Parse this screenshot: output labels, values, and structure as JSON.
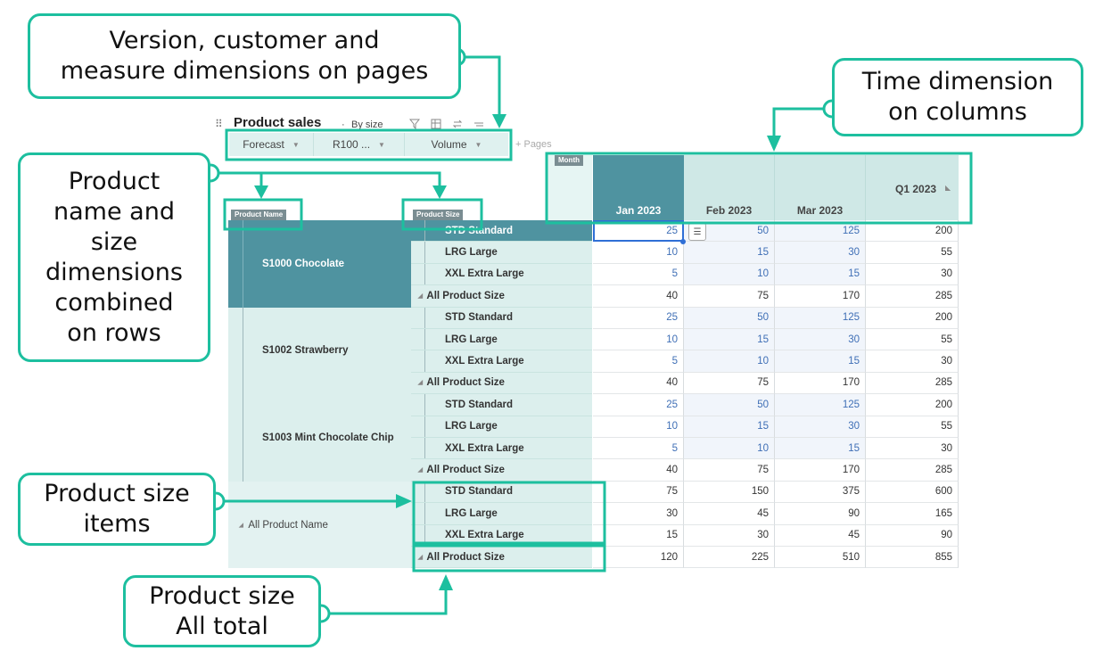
{
  "callouts": {
    "pages": "Version, customer and\nmeasure dimensions on pages",
    "rows": "Product\nname and\nsize\ndimensions\ncombined\non rows",
    "columns": "Time dimension\non columns",
    "size_items": "Product size\nitems",
    "size_total": "Product size\nAll total"
  },
  "widget": {
    "title": "Product sales",
    "separator": "·",
    "subtitle": "By size",
    "pages": [
      {
        "label": "Forecast"
      },
      {
        "label": "R100 ..."
      },
      {
        "label": "Volume"
      }
    ],
    "add_pages": "+ Pages",
    "row_tags": {
      "product_name": "Product Name",
      "product_size": "Product Size"
    },
    "column_tag": "Month",
    "columns": [
      "Jan 2023",
      "Feb 2023",
      "Mar 2023",
      "Q1 2023"
    ]
  },
  "products": [
    {
      "name": "S1000 Chocolate",
      "rows": [
        {
          "size": "STD Standard",
          "values": [
            "25",
            "50",
            "125",
            "200"
          ]
        },
        {
          "size": "LRG Large",
          "values": [
            "10",
            "15",
            "30",
            "55"
          ]
        },
        {
          "size": "XXL Extra Large",
          "values": [
            "5",
            "10",
            "15",
            "30"
          ]
        },
        {
          "size": "All Product Size",
          "values": [
            "40",
            "75",
            "170",
            "285"
          ]
        }
      ]
    },
    {
      "name": "S1002 Strawberry",
      "rows": [
        {
          "size": "STD Standard",
          "values": [
            "25",
            "50",
            "125",
            "200"
          ]
        },
        {
          "size": "LRG Large",
          "values": [
            "10",
            "15",
            "30",
            "55"
          ]
        },
        {
          "size": "XXL Extra Large",
          "values": [
            "5",
            "10",
            "15",
            "30"
          ]
        },
        {
          "size": "All Product Size",
          "values": [
            "40",
            "75",
            "170",
            "285"
          ]
        }
      ]
    },
    {
      "name": "S1003 Mint Chocolate Chip",
      "rows": [
        {
          "size": "STD Standard",
          "values": [
            "25",
            "50",
            "125",
            "200"
          ]
        },
        {
          "size": "LRG Large",
          "values": [
            "10",
            "15",
            "30",
            "55"
          ]
        },
        {
          "size": "XXL Extra Large",
          "values": [
            "5",
            "10",
            "15",
            "30"
          ]
        },
        {
          "size": "All Product Size",
          "values": [
            "40",
            "75",
            "170",
            "285"
          ]
        }
      ]
    },
    {
      "name": "All Product Name",
      "rows": [
        {
          "size": "STD Standard",
          "values": [
            "75",
            "150",
            "375",
            "600"
          ]
        },
        {
          "size": "LRG Large",
          "values": [
            "30",
            "45",
            "90",
            "165"
          ]
        },
        {
          "size": "XXL Extra Large",
          "values": [
            "15",
            "30",
            "45",
            "90"
          ]
        },
        {
          "size": "All Product Size",
          "values": [
            "120",
            "225",
            "510",
            "855"
          ]
        }
      ]
    }
  ],
  "colors": {
    "accent": "#1dbf9f",
    "header_dark": "#4f93a0",
    "header_light": "#cfe8e6",
    "value_blue": "#3f6fb6"
  }
}
